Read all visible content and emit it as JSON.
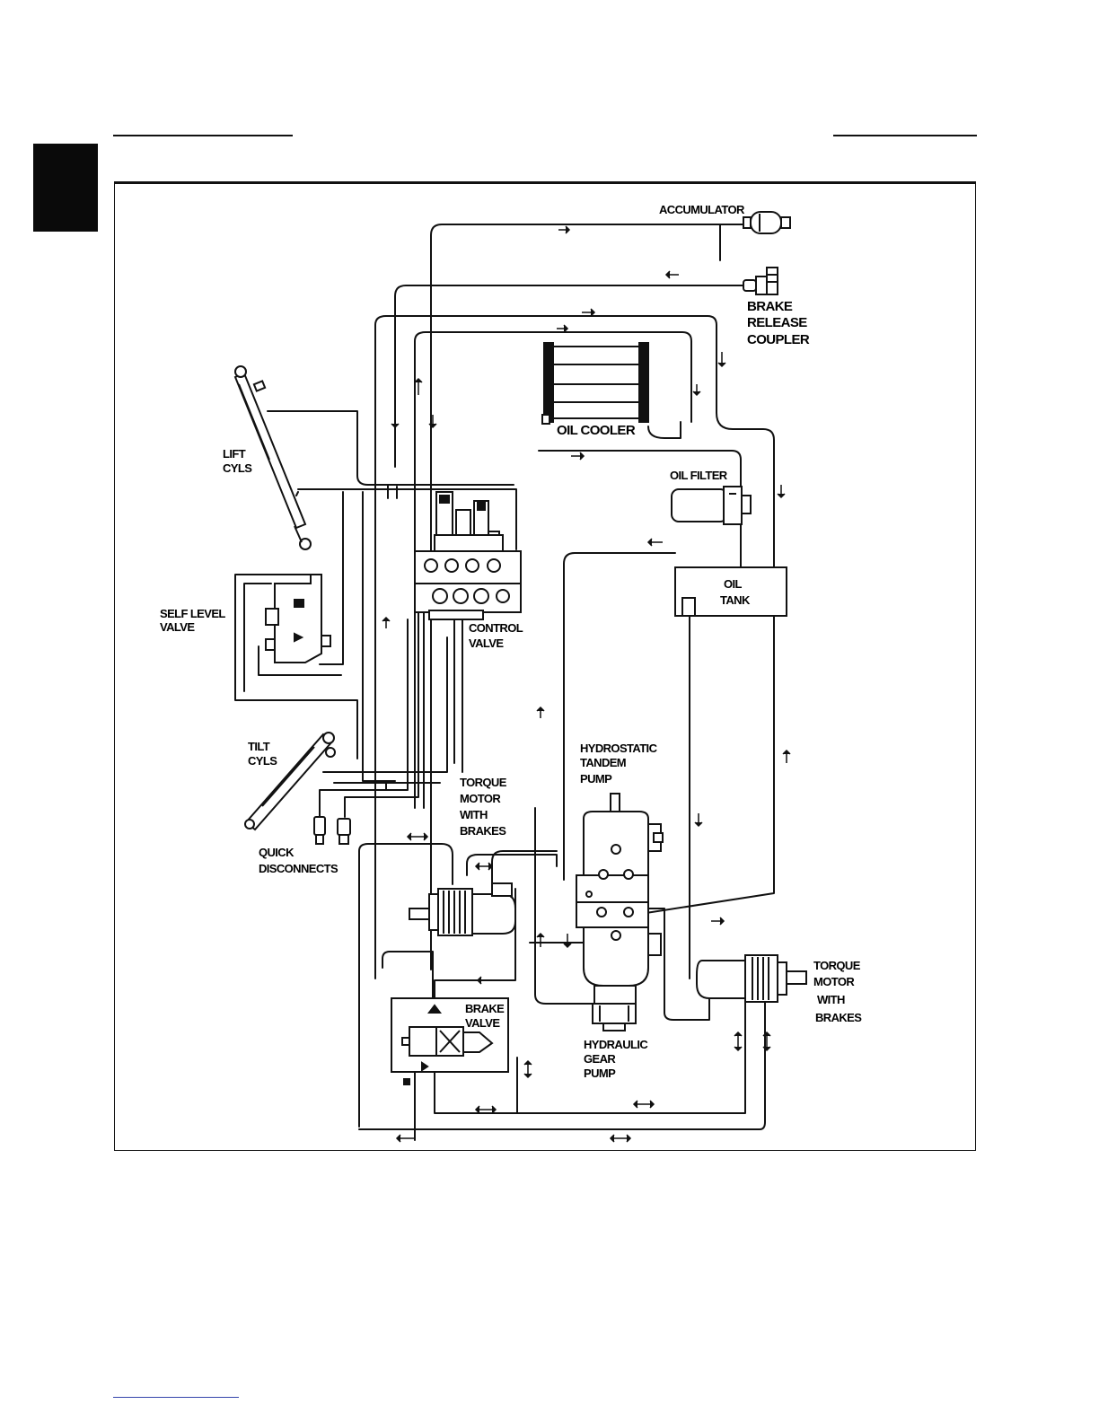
{
  "labels": {
    "accumulator": "ACCUMULATOR",
    "brake_release_coupler": [
      "BRAKE",
      "RELEASE",
      "COUPLER"
    ],
    "oil_cooler": "OIL COOLER",
    "oil_filter": "OIL FILTER",
    "oil_tank": [
      "OIL",
      "TANK"
    ],
    "lift_cyls": [
      "LIFT",
      "CYLS"
    ],
    "self_level_valve": [
      "SELF LEVEL",
      "VALVE"
    ],
    "control_valve": [
      "CONTROL",
      "VALVE"
    ],
    "tilt_cyls": [
      "TILT",
      "CYLS"
    ],
    "hydrostatic_tandem_pump": [
      "HYDROSTATIC",
      "TANDEM",
      "PUMP"
    ],
    "torque_motor_left": [
      "TORQUE",
      "MOTOR",
      "WITH",
      "BRAKES"
    ],
    "quick_disconnects": [
      "QUICK",
      "DISCONNECTS"
    ],
    "torque_motor_right": [
      "TORQUE",
      "MOTOR",
      "WITH",
      "BRAKES"
    ],
    "brake_valve": [
      "BRAKE",
      "VALVE"
    ],
    "hydraulic_gear_pump": [
      "HYDRAULIC",
      "GEAR",
      "PUMP"
    ]
  },
  "colors": {
    "line": "#111111",
    "fill": "#ffffff",
    "tab": "#0a0a0a"
  }
}
